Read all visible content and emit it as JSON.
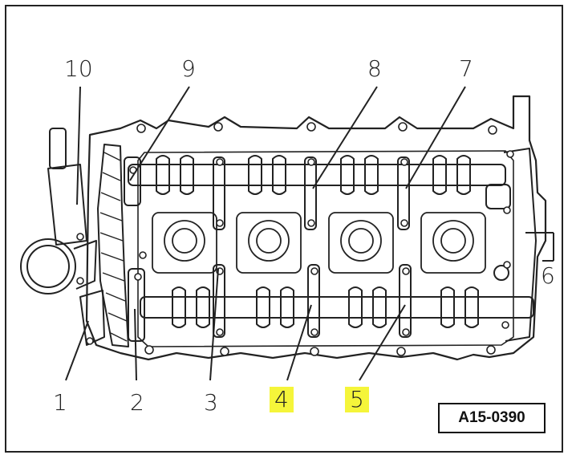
{
  "callouts": {
    "c1": "1",
    "c2": "2",
    "c3": "3",
    "c4": "4",
    "c5": "5",
    "c6": "6",
    "c7": "7",
    "c8": "8",
    "c9": "9",
    "c10": "10"
  },
  "highlighted_callouts": [
    "4",
    "5"
  ],
  "highlight_color": "#f5f53a",
  "reference_code": "A15-0390"
}
